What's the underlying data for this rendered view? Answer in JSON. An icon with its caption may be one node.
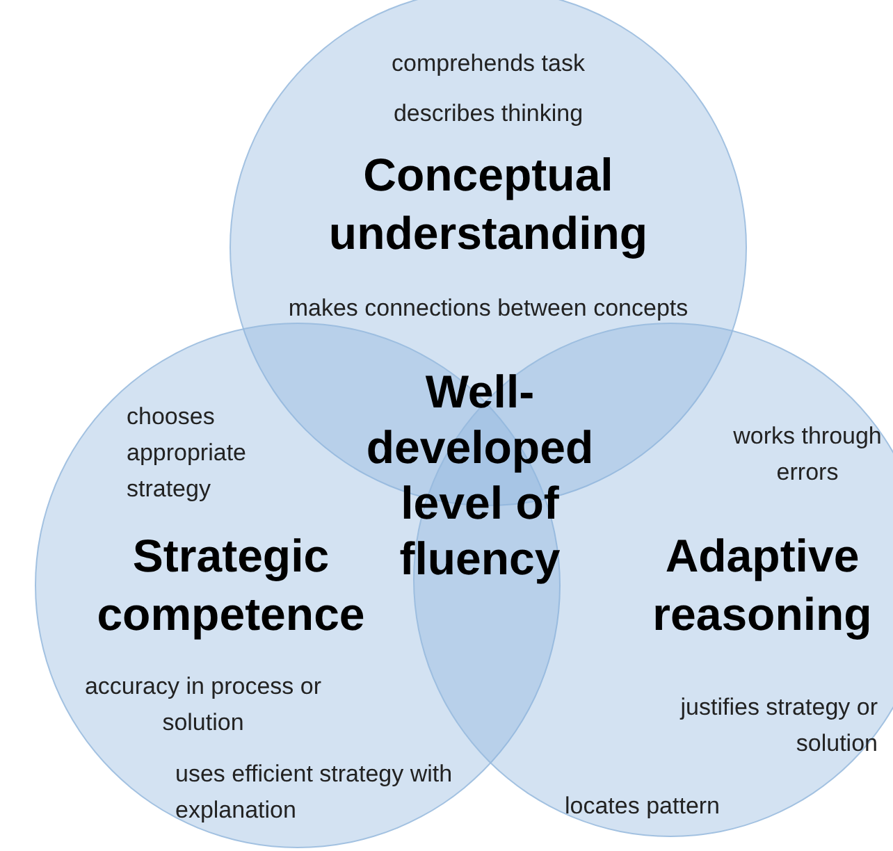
{
  "diagram": {
    "nodes": [
      {
        "text": [
          "comprehends task",
          "describes thinking",
          "Conceptual understanding",
          "makes connections between concepts"
        ]
      },
      {
        "text": [
          "chooses appropriate strategy",
          "Strategic competence",
          "accuracy in process or solution",
          "uses efficient strategy with explanation"
        ]
      },
      {
        "text": [
          "works through errors",
          "Adaptive reasoning",
          "justifies strategy or solution",
          "locates pattern"
        ]
      }
    ],
    "labels": [
      "Well-developed level of fluency"
    ]
  }
}
